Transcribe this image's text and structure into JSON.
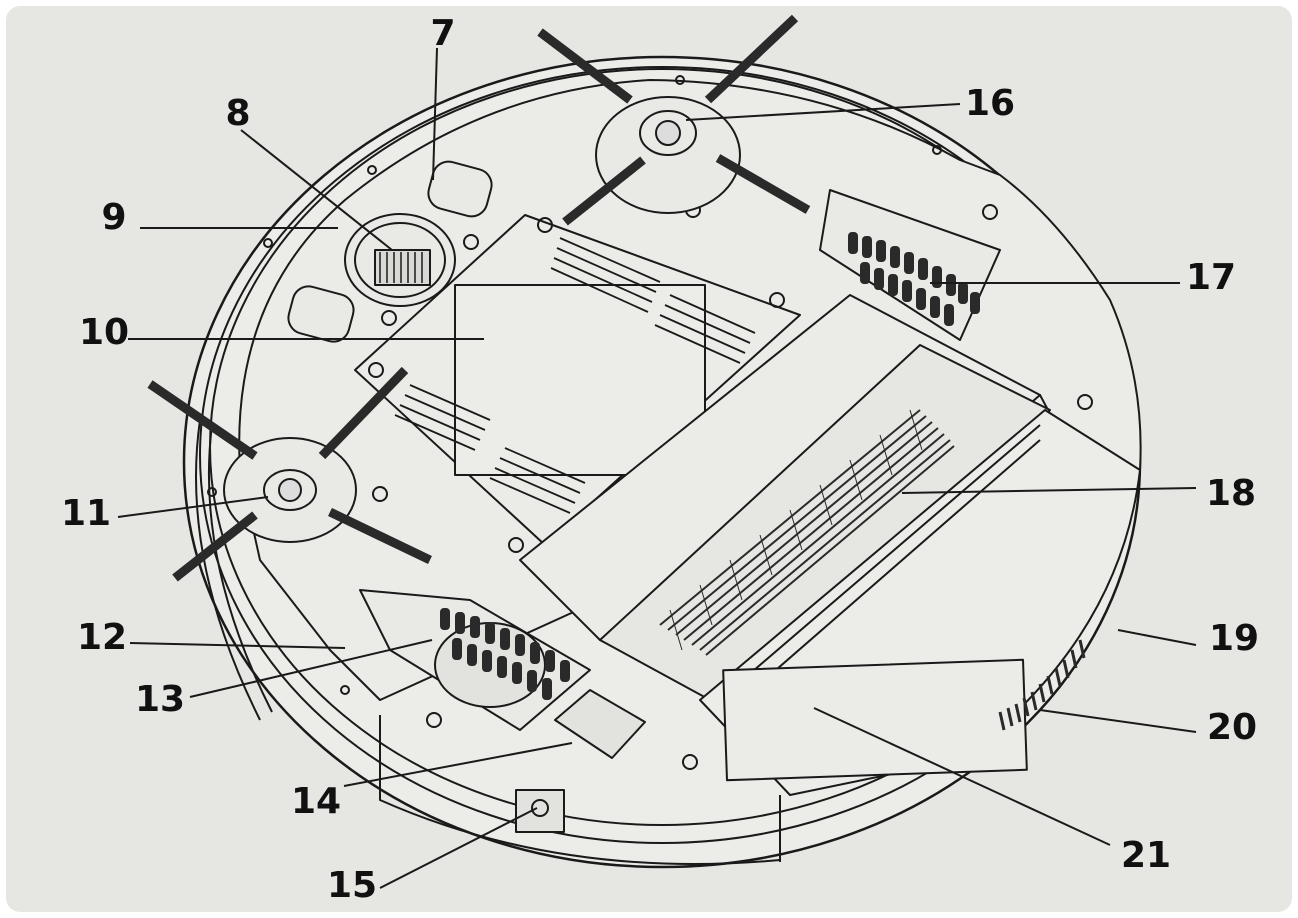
{
  "diagram": {
    "description_labels": [
      "7",
      "8",
      "9",
      "10",
      "11",
      "12",
      "13",
      "14",
      "15",
      "16",
      "17",
      "18",
      "19",
      "20",
      "21"
    ]
  },
  "callouts": {
    "c7": "7",
    "c8": "8",
    "c9": "9",
    "c10": "10",
    "c11": "11",
    "c12": "12",
    "c13": "13",
    "c14": "14",
    "c15": "15",
    "c16": "16",
    "c17": "17",
    "c18": "18",
    "c19": "19",
    "c20": "20",
    "c21": "21"
  },
  "colors": {
    "background": "#e6e6e3",
    "line": "#1a1a1a",
    "body": "#ecece9",
    "brush": "#2a2a2a"
  }
}
